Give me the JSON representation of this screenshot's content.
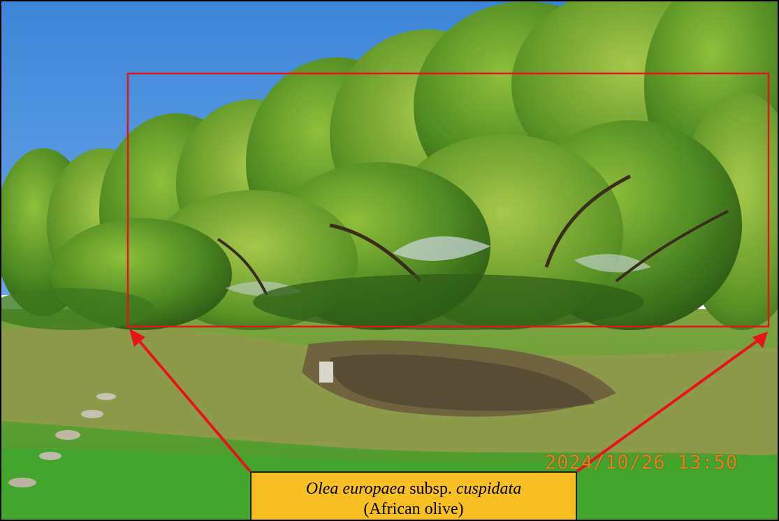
{
  "photo": {
    "subject": "olive-tree-canopy-on-grassy-bank",
    "highlight_color": "#e8121b"
  },
  "timestamp": "2024/10/26  13:50",
  "caption": {
    "genus_species": "Olea europaea",
    "rank": "subsp.",
    "infraspecific": "cuspidata",
    "common_name": "(African olive)",
    "background_color": "#f8bf23"
  }
}
